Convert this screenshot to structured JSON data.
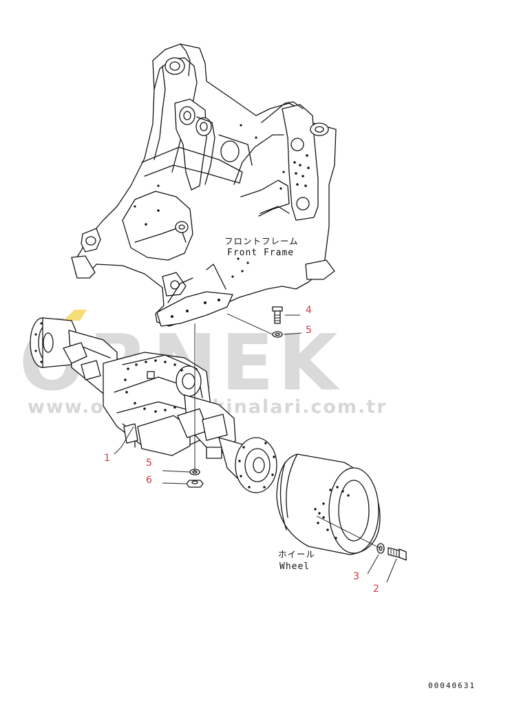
{
  "labels": {
    "front_frame_jp": "フロントフレーム",
    "front_frame_en": "Front Frame",
    "wheel_jp": "ホイール",
    "wheel_en": "Wheel"
  },
  "callouts": {
    "c1": "1",
    "c2": "2",
    "c3": "3",
    "c4": "4",
    "c5a": "5",
    "c5b": "5",
    "c6": "6"
  },
  "watermark": {
    "brand": "ÖRNEK",
    "url": "www.ornekismakinalari.com.tr"
  },
  "drawing_code": "00040631",
  "colors": {
    "callout": "#d0343a",
    "line": "#111111",
    "watermark_gray": "#bdbdbd",
    "watermark_accent": "#f2cf3a"
  }
}
